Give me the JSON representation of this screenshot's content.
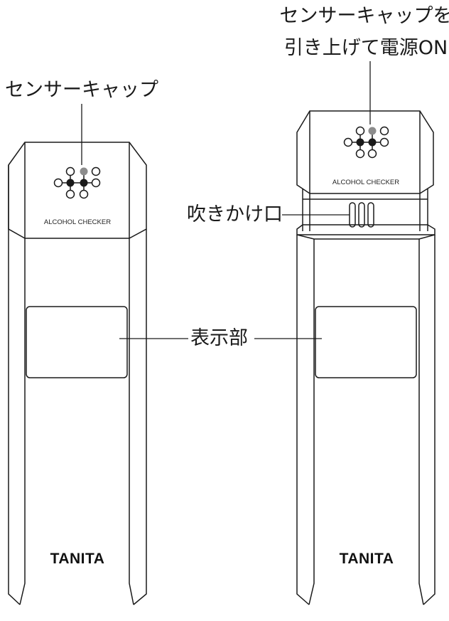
{
  "labels": {
    "sensor_cap": "センサーキャップ",
    "power_on_line1": "センサーキャップを",
    "power_on_line2": "引き上げて電源ON",
    "blow_port": "吹きかけ口",
    "display": "表示部"
  },
  "device": {
    "model_text": "ALCOHOL CHECKER",
    "brand": "TANITA"
  },
  "colors": {
    "outline": "#1a1a1a",
    "led_gray": "#8c8c8c",
    "background": "#ffffff"
  }
}
